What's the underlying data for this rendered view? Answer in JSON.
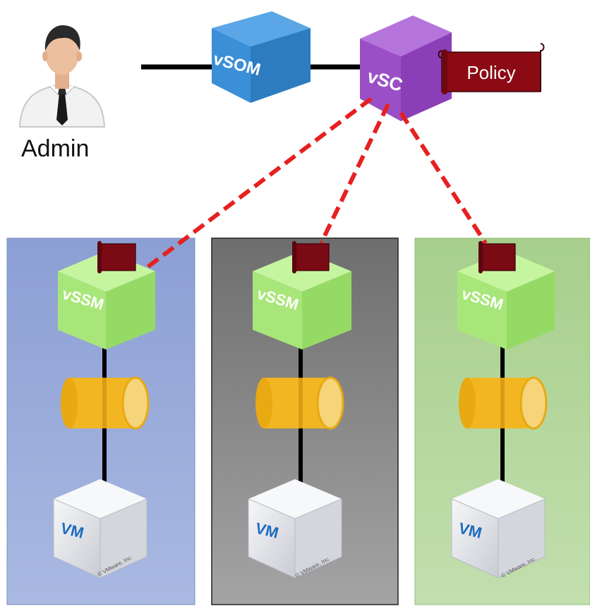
{
  "admin": {
    "label": "Admin"
  },
  "vsom": {
    "label": "vSOM"
  },
  "vsc": {
    "label": "vSC",
    "policy_label": "Policy"
  },
  "columns": [
    {
      "vssm_label": "vSSM",
      "vm_label": "VM",
      "vm_mark": "© VMware, Inc.",
      "background": "#9aacda"
    },
    {
      "vssm_label": "vSSM",
      "vm_label": "VM",
      "vm_mark": "© VMware, Inc.",
      "background": "#8e8e8e"
    },
    {
      "vssm_label": "vSSM",
      "vm_label": "VM",
      "vm_mark": "© VMware, Inc.",
      "background": "#b3d59a"
    }
  ],
  "colors": {
    "vsom": "#3b8fd6",
    "vsc": "#9b4fc7",
    "vssm": "#a8e67a",
    "policy": "#7a0a14",
    "link": "#e62020",
    "cylinder": "#f2b622"
  }
}
